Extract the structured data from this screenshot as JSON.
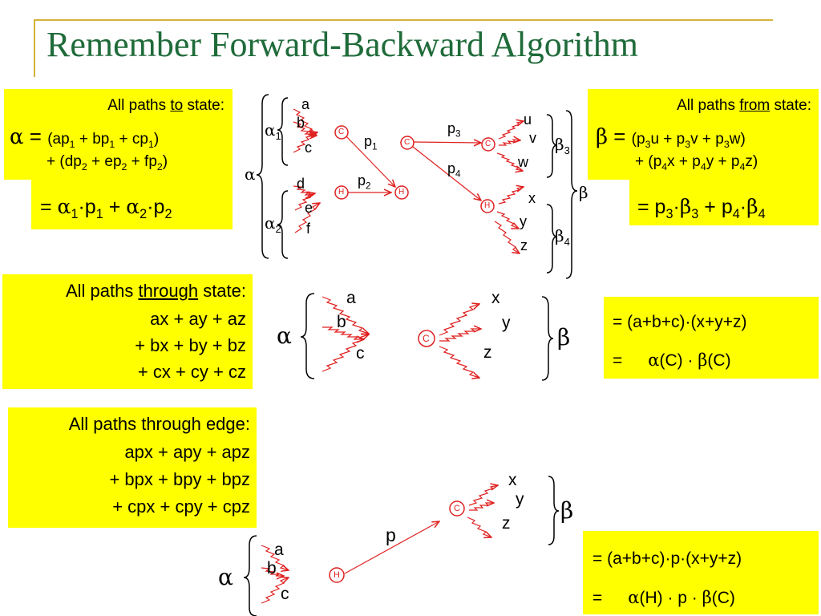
{
  "title": "Remember Forward-Backward Algorithm",
  "box_alpha": {
    "heading_pre": "All paths ",
    "heading_u": "to",
    "heading_post": " state:",
    "sym": "α",
    "eq": " = ",
    "l1": "(ap",
    "l1a": " + bp",
    "l1b": " + cp",
    "l1c": ")",
    "l2": "+ (dp",
    "l2a": " + ep",
    "l2b": " + fp",
    "l2c": ")",
    "sub1": "1",
    "sub2": "2",
    "res_eq": "= ",
    "res_a": "α",
    "res_dot_p": "·p",
    "res_plus": " + ",
    "res_dot_p2": "·p"
  },
  "box_beta": {
    "heading_pre": "All paths ",
    "heading_u": "from",
    "heading_post": " state:",
    "sym": "β",
    "eq": " = ",
    "l1": "(p",
    "l1a": "u + p",
    "l1b": "v + p",
    "l1c": "w)",
    "l2": "+ (p",
    "l2a": "x + p",
    "l2b": "y + p",
    "l2c": "z)",
    "sub3": "3",
    "sub4": "4",
    "res_eq": "= p",
    "res_b": "β",
    "res_dot": "·",
    "res_plus": " + p"
  },
  "box_through_state": {
    "heading_pre": "All paths ",
    "heading_u": "through",
    "heading_post": " state:",
    "lines": [
      "ax + ay + az",
      "+ bx + by + bz",
      "+ cx + cy + cz"
    ]
  },
  "box_state_result": {
    "l1": "= (a+b+c)·(x+y+z)",
    "l2_eq": "=",
    "l2_a": "α",
    "l2_c1": "(C) · ",
    "l2_b": "β",
    "l2_c2": "(C)"
  },
  "box_through_edge": {
    "heading": "All paths through edge:",
    "lines": [
      "apx + apy + apz",
      "+ bpx + bpy + bpz",
      "+ cpx + cpy + cpz"
    ]
  },
  "box_edge_result": {
    "l1": "= (a+b+c)·p·(x+y+z)",
    "l2_eq": "=",
    "l2_a": "α",
    "l2_h": "(H) · ",
    "l2_p": "p · ",
    "l2_b": "β",
    "l2_c": "(C)"
  },
  "diagram": {
    "labels_in": [
      "a",
      "b",
      "c",
      "d",
      "e",
      "f"
    ],
    "labels_out": [
      "u",
      "v",
      "w",
      "x",
      "y",
      "z"
    ],
    "p": [
      "p",
      "p",
      "p",
      "p"
    ],
    "p_subs": [
      "1",
      "2",
      "3",
      "4"
    ],
    "node_c": "C",
    "node_h": "H",
    "alpha": "α",
    "beta": "β",
    "sub1": "1",
    "sub2": "2",
    "sub3": "3",
    "sub4": "4",
    "edge_p": "p"
  },
  "colors": {
    "title": "#1f6b3a",
    "box": "#ffff00",
    "arrows": "#e02020",
    "rule": "#d4b23a"
  }
}
